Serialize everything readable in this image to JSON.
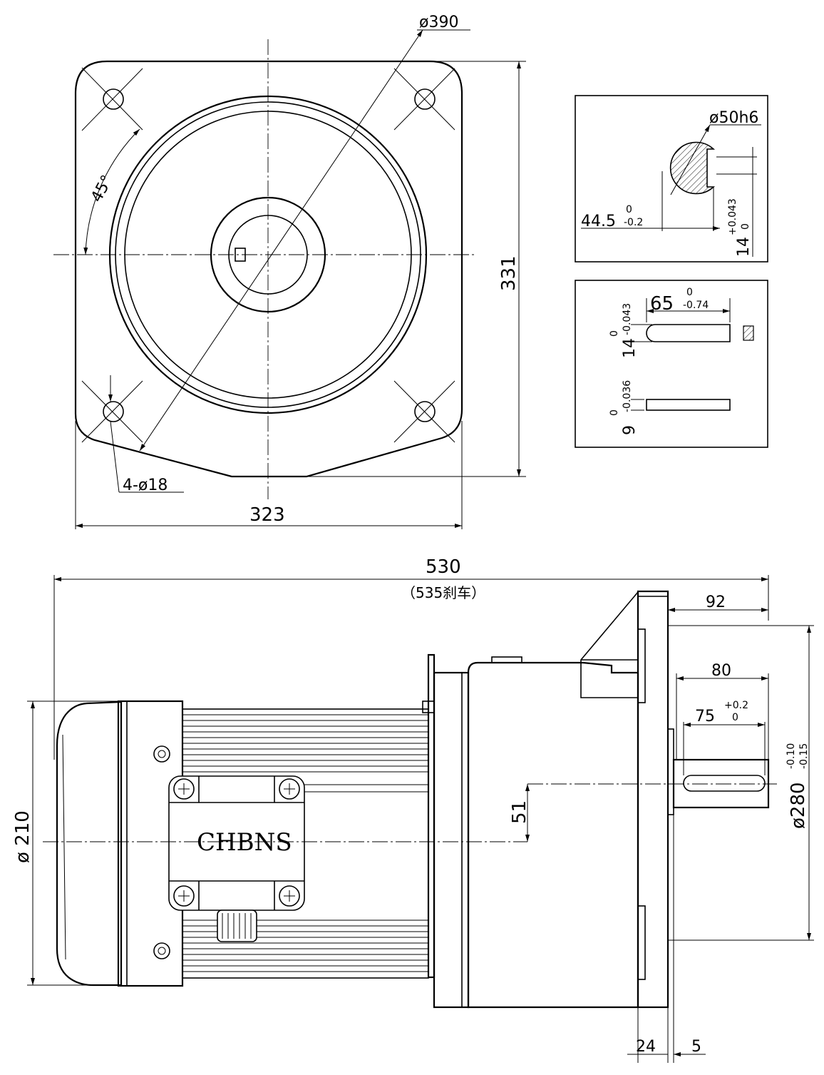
{
  "front_view": {
    "diameter_label": "ø390",
    "angle_label": "45°",
    "height_label": "331",
    "width_label": "323",
    "holes_label": "4-ø18"
  },
  "shaft_section": {
    "diameter_label": "ø50h6",
    "key_depth_label": "44.5",
    "key_depth_tol_upper": "0",
    "key_depth_tol_lower": "-0.2",
    "key_width_label": "14",
    "key_width_tol_upper": "+0.043",
    "key_width_tol_lower": "0"
  },
  "key_detail": {
    "length_label": "65",
    "length_tol_upper": "0",
    "length_tol_lower": "-0.74",
    "width_label": "14",
    "width_tol_upper": "0",
    "width_tol_lower": "-0.043",
    "height_label": "9",
    "height_tol_upper": "0",
    "height_tol_lower": "-0.036"
  },
  "side_view": {
    "total_length_label": "530",
    "brake_length_label": "（535刹车）",
    "brand": "CHBNS",
    "motor_diameter_label": "ø 210",
    "shaft_center_label": "51",
    "flange_diameter_label": "ø280",
    "flange_tol_upper": "-0.10",
    "flange_tol_lower": "-0.15",
    "dim_92": "92",
    "dim_80": "80",
    "dim_75": "75",
    "dim_75_tol_upper": "+0.2",
    "dim_75_tol_lower": "0",
    "dim_24": "24",
    "dim_5": "5"
  }
}
